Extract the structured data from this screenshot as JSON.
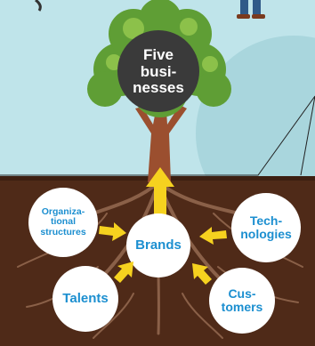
{
  "center_node": {
    "label": "Five\nbusi-\nnesses"
  },
  "hub_node": {
    "label": "Brands"
  },
  "root_nodes": [
    {
      "id": "organizational-structures",
      "label": "Organiza-\ntional\nstructures"
    },
    {
      "id": "technologies",
      "label": "Tech-\nnologies"
    },
    {
      "id": "talents",
      "label": "Talents"
    },
    {
      "id": "customers",
      "label": "Cus-\ntomers"
    }
  ],
  "colors": {
    "sky": "#bfe4ea",
    "sky_dark": "#a9d6dd",
    "soil": "#4f2a18",
    "soil_dark": "#3c1f11",
    "canopy": "#5f9e35",
    "canopy_light": "#8cc14a",
    "trunk": "#9b4f2f",
    "root": "#8a6048",
    "center_circle": "#3a3a3a",
    "label_blue": "#1c8fd0",
    "arrow_yellow": "#f6d21f",
    "white": "#ffffff"
  }
}
